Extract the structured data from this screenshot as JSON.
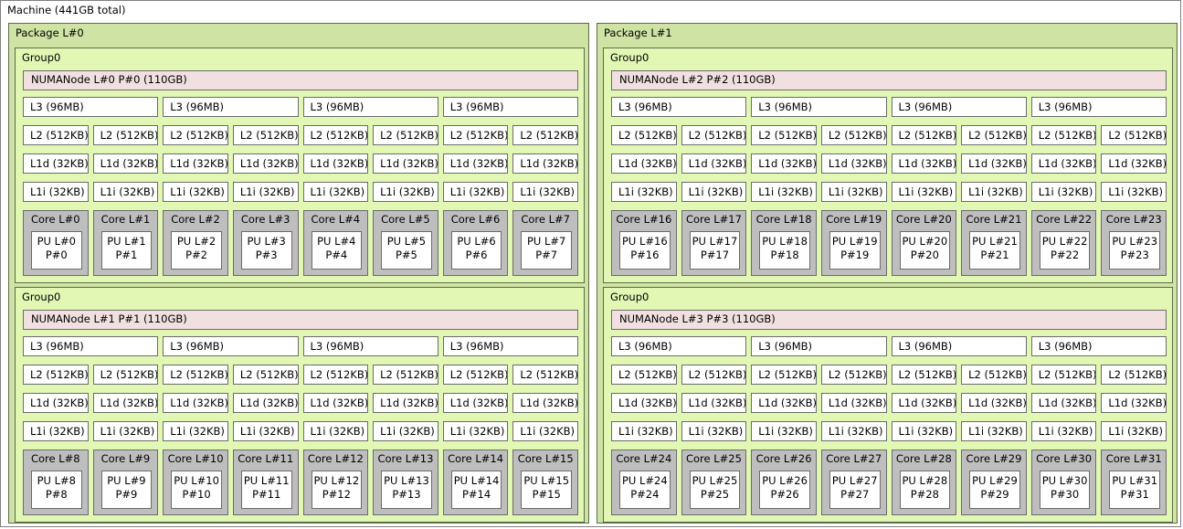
{
  "machine": {
    "label": "Machine (441GB total)"
  },
  "colors": {
    "machine_bg": "#ffffff",
    "machine_border": "#808080",
    "package_bg": "#cfe3a4",
    "group_bg": "#e2f7b4",
    "numanode_bg": "#f2e0e0",
    "cache_bg": "#ffffff",
    "core_bg": "#bebebe",
    "pu_bg": "#ffffff",
    "box_border": "#6b6b6b",
    "container_border": "#5b6b45"
  },
  "cache_labels": {
    "l3": "L3 (96MB)",
    "l2": "L2 (512KB)",
    "l1d": "L1d (32KB)",
    "l1i": "L1i (32KB)"
  },
  "packages": [
    {
      "label": "Package L#0",
      "groups": [
        {
          "label": "Group0",
          "numanode": "NUMANode L#0 P#0 (110GB)",
          "l3": [
            "L3 (96MB)",
            "L3 (96MB)",
            "L3 (96MB)",
            "L3 (96MB)"
          ],
          "l2": [
            "L2 (512KB)",
            "L2 (512KB)",
            "L2 (512KB)",
            "L2 (512KB)",
            "L2 (512KB)",
            "L2 (512KB)",
            "L2 (512KB)",
            "L2 (512KB)"
          ],
          "l1d": [
            "L1d (32KB)",
            "L1d (32KB)",
            "L1d (32KB)",
            "L1d (32KB)",
            "L1d (32KB)",
            "L1d (32KB)",
            "L1d (32KB)",
            "L1d (32KB)"
          ],
          "l1i": [
            "L1i (32KB)",
            "L1i (32KB)",
            "L1i (32KB)",
            "L1i (32KB)",
            "L1i (32KB)",
            "L1i (32KB)",
            "L1i (32KB)",
            "L1i (32KB)"
          ],
          "cores": [
            {
              "label": "Core L#0",
              "pu_l": "PU L#0",
              "pu_p": "P#0"
            },
            {
              "label": "Core L#1",
              "pu_l": "PU L#1",
              "pu_p": "P#1"
            },
            {
              "label": "Core L#2",
              "pu_l": "PU L#2",
              "pu_p": "P#2"
            },
            {
              "label": "Core L#3",
              "pu_l": "PU L#3",
              "pu_p": "P#3"
            },
            {
              "label": "Core L#4",
              "pu_l": "PU L#4",
              "pu_p": "P#4"
            },
            {
              "label": "Core L#5",
              "pu_l": "PU L#5",
              "pu_p": "P#5"
            },
            {
              "label": "Core L#6",
              "pu_l": "PU L#6",
              "pu_p": "P#6"
            },
            {
              "label": "Core L#7",
              "pu_l": "PU L#7",
              "pu_p": "P#7"
            }
          ]
        },
        {
          "label": "Group0",
          "numanode": "NUMANode L#1 P#1 (110GB)",
          "l3": [
            "L3 (96MB)",
            "L3 (96MB)",
            "L3 (96MB)",
            "L3 (96MB)"
          ],
          "l2": [
            "L2 (512KB)",
            "L2 (512KB)",
            "L2 (512KB)",
            "L2 (512KB)",
            "L2 (512KB)",
            "L2 (512KB)",
            "L2 (512KB)",
            "L2 (512KB)"
          ],
          "l1d": [
            "L1d (32KB)",
            "L1d (32KB)",
            "L1d (32KB)",
            "L1d (32KB)",
            "L1d (32KB)",
            "L1d (32KB)",
            "L1d (32KB)",
            "L1d (32KB)"
          ],
          "l1i": [
            "L1i (32KB)",
            "L1i (32KB)",
            "L1i (32KB)",
            "L1i (32KB)",
            "L1i (32KB)",
            "L1i (32KB)",
            "L1i (32KB)",
            "L1i (32KB)"
          ],
          "cores": [
            {
              "label": "Core L#8",
              "pu_l": "PU L#8",
              "pu_p": "P#8"
            },
            {
              "label": "Core L#9",
              "pu_l": "PU L#9",
              "pu_p": "P#9"
            },
            {
              "label": "Core L#10",
              "pu_l": "PU L#10",
              "pu_p": "P#10"
            },
            {
              "label": "Core L#11",
              "pu_l": "PU L#11",
              "pu_p": "P#11"
            },
            {
              "label": "Core L#12",
              "pu_l": "PU L#12",
              "pu_p": "P#12"
            },
            {
              "label": "Core L#13",
              "pu_l": "PU L#13",
              "pu_p": "P#13"
            },
            {
              "label": "Core L#14",
              "pu_l": "PU L#14",
              "pu_p": "P#14"
            },
            {
              "label": "Core L#15",
              "pu_l": "PU L#15",
              "pu_p": "P#15"
            }
          ]
        }
      ]
    },
    {
      "label": "Package L#1",
      "groups": [
        {
          "label": "Group0",
          "numanode": "NUMANode L#2 P#2 (110GB)",
          "l3": [
            "L3 (96MB)",
            "L3 (96MB)",
            "L3 (96MB)",
            "L3 (96MB)"
          ],
          "l2": [
            "L2 (512KB)",
            "L2 (512KB)",
            "L2 (512KB)",
            "L2 (512KB)",
            "L2 (512KB)",
            "L2 (512KB)",
            "L2 (512KB)",
            "L2 (512KB)"
          ],
          "l1d": [
            "L1d (32KB)",
            "L1d (32KB)",
            "L1d (32KB)",
            "L1d (32KB)",
            "L1d (32KB)",
            "L1d (32KB)",
            "L1d (32KB)",
            "L1d (32KB)"
          ],
          "l1i": [
            "L1i (32KB)",
            "L1i (32KB)",
            "L1i (32KB)",
            "L1i (32KB)",
            "L1i (32KB)",
            "L1i (32KB)",
            "L1i (32KB)",
            "L1i (32KB)"
          ],
          "cores": [
            {
              "label": "Core L#16",
              "pu_l": "PU L#16",
              "pu_p": "P#16"
            },
            {
              "label": "Core L#17",
              "pu_l": "PU L#17",
              "pu_p": "P#17"
            },
            {
              "label": "Core L#18",
              "pu_l": "PU L#18",
              "pu_p": "P#18"
            },
            {
              "label": "Core L#19",
              "pu_l": "PU L#19",
              "pu_p": "P#19"
            },
            {
              "label": "Core L#20",
              "pu_l": "PU L#20",
              "pu_p": "P#20"
            },
            {
              "label": "Core L#21",
              "pu_l": "PU L#21",
              "pu_p": "P#21"
            },
            {
              "label": "Core L#22",
              "pu_l": "PU L#22",
              "pu_p": "P#22"
            },
            {
              "label": "Core L#23",
              "pu_l": "PU L#23",
              "pu_p": "P#23"
            }
          ]
        },
        {
          "label": "Group0",
          "numanode": "NUMANode L#3 P#3 (110GB)",
          "l3": [
            "L3 (96MB)",
            "L3 (96MB)",
            "L3 (96MB)",
            "L3 (96MB)"
          ],
          "l2": [
            "L2 (512KB)",
            "L2 (512KB)",
            "L2 (512KB)",
            "L2 (512KB)",
            "L2 (512KB)",
            "L2 (512KB)",
            "L2 (512KB)",
            "L2 (512KB)"
          ],
          "l1d": [
            "L1d (32KB)",
            "L1d (32KB)",
            "L1d (32KB)",
            "L1d (32KB)",
            "L1d (32KB)",
            "L1d (32KB)",
            "L1d (32KB)",
            "L1d (32KB)"
          ],
          "l1i": [
            "L1i (32KB)",
            "L1i (32KB)",
            "L1i (32KB)",
            "L1i (32KB)",
            "L1i (32KB)",
            "L1i (32KB)",
            "L1i (32KB)",
            "L1i (32KB)"
          ],
          "cores": [
            {
              "label": "Core L#24",
              "pu_l": "PU L#24",
              "pu_p": "P#24"
            },
            {
              "label": "Core L#25",
              "pu_l": "PU L#25",
              "pu_p": "P#25"
            },
            {
              "label": "Core L#26",
              "pu_l": "PU L#26",
              "pu_p": "P#26"
            },
            {
              "label": "Core L#27",
              "pu_l": "PU L#27",
              "pu_p": "P#27"
            },
            {
              "label": "Core L#28",
              "pu_l": "PU L#28",
              "pu_p": "P#28"
            },
            {
              "label": "Core L#29",
              "pu_l": "PU L#29",
              "pu_p": "P#29"
            },
            {
              "label": "Core L#30",
              "pu_l": "PU L#30",
              "pu_p": "P#30"
            },
            {
              "label": "Core L#31",
              "pu_l": "PU L#31",
              "pu_p": "P#31"
            }
          ]
        }
      ]
    }
  ]
}
